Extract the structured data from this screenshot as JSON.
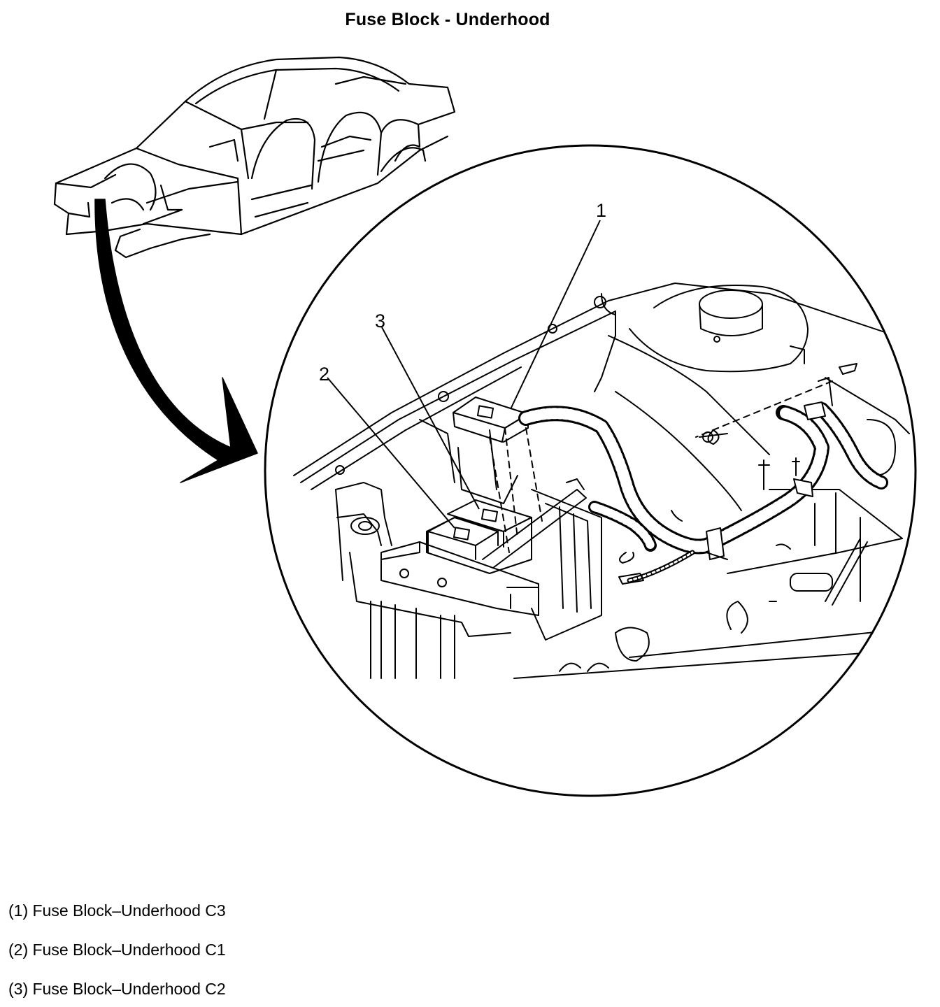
{
  "title": "Fuse Block - Underhood",
  "callouts": [
    "1",
    "2",
    "3"
  ],
  "legend": [
    {
      "id": "1",
      "text": "(1) Fuse Block–Underhood C3"
    },
    {
      "id": "2",
      "text": "(2) Fuse Block–Underhood C1"
    },
    {
      "id": "3",
      "text": "(3) Fuse Block–Underhood C2"
    }
  ]
}
